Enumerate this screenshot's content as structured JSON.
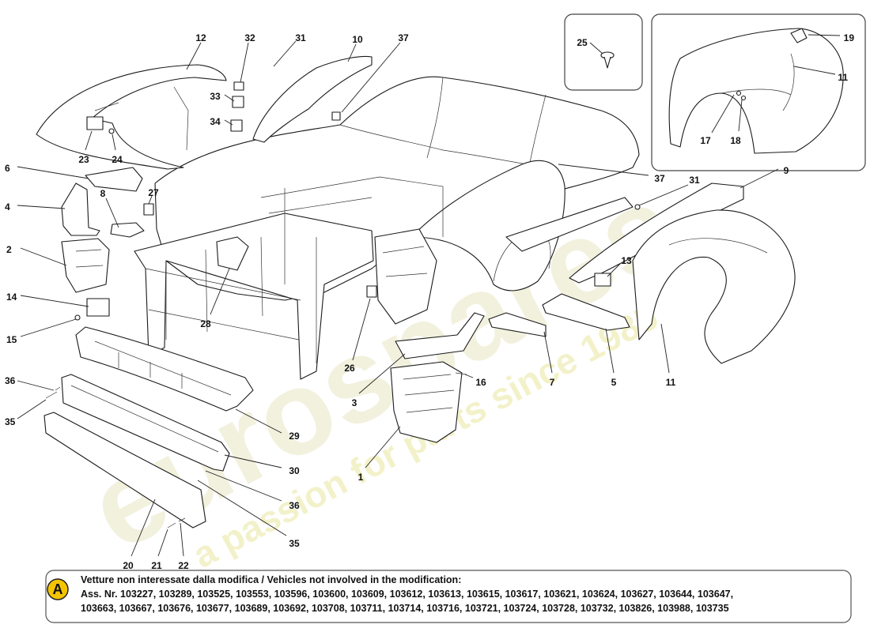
{
  "watermark": {
    "brand": "eurospares",
    "tagline": "a passion for parts since 1985"
  },
  "callouts": [
    {
      "id": "c1",
      "label": "1"
    },
    {
      "id": "c2",
      "label": "2"
    },
    {
      "id": "c3",
      "label": "3"
    },
    {
      "id": "c4",
      "label": "4"
    },
    {
      "id": "c5",
      "label": "5"
    },
    {
      "id": "c6",
      "label": "6"
    },
    {
      "id": "c7",
      "label": "7"
    },
    {
      "id": "c8",
      "label": "8"
    },
    {
      "id": "c9",
      "label": "9"
    },
    {
      "id": "c10",
      "label": "10"
    },
    {
      "id": "c11a",
      "label": "11"
    },
    {
      "id": "c11b",
      "label": "11"
    },
    {
      "id": "c12",
      "label": "12"
    },
    {
      "id": "c13",
      "label": "13"
    },
    {
      "id": "c14",
      "label": "14"
    },
    {
      "id": "c15",
      "label": "15"
    },
    {
      "id": "c16",
      "label": "16"
    },
    {
      "id": "c17",
      "label": "17"
    },
    {
      "id": "c18",
      "label": "18"
    },
    {
      "id": "c19",
      "label": "19"
    },
    {
      "id": "c20",
      "label": "20"
    },
    {
      "id": "c21",
      "label": "21"
    },
    {
      "id": "c22",
      "label": "22"
    },
    {
      "id": "c23",
      "label": "23"
    },
    {
      "id": "c24",
      "label": "24"
    },
    {
      "id": "c25",
      "label": "25"
    },
    {
      "id": "c26",
      "label": "26"
    },
    {
      "id": "c27",
      "label": "27"
    },
    {
      "id": "c28",
      "label": "28"
    },
    {
      "id": "c29",
      "label": "29"
    },
    {
      "id": "c30",
      "label": "30"
    },
    {
      "id": "c31a",
      "label": "31"
    },
    {
      "id": "c31b",
      "label": "31"
    },
    {
      "id": "c32",
      "label": "32"
    },
    {
      "id": "c33",
      "label": "33"
    },
    {
      "id": "c34",
      "label": "34"
    },
    {
      "id": "c35a",
      "label": "35"
    },
    {
      "id": "c35b",
      "label": "35"
    },
    {
      "id": "c36a",
      "label": "36"
    },
    {
      "id": "c36b",
      "label": "36"
    },
    {
      "id": "c37a",
      "label": "37"
    },
    {
      "id": "c37b",
      "label": "37"
    }
  ],
  "notice": {
    "badge": "A",
    "title": "Vetture non interessate dalla modifica / Vehicles not involved in the modification:",
    "line1": "Ass. Nr. 103227, 103289, 103525, 103553, 103596, 103600, 103609, 103612, 103613, 103615, 103617, 103621, 103624, 103627, 103644, 103647,",
    "line2": "103663, 103667, 103676, 103677, 103689, 103692, 103708, 103711, 103714, 103716, 103721, 103724, 103728, 103732, 103826, 103988, 103735"
  },
  "colors": {
    "badge_fill": "#f5c400",
    "watermark": "#e9e7c4"
  }
}
